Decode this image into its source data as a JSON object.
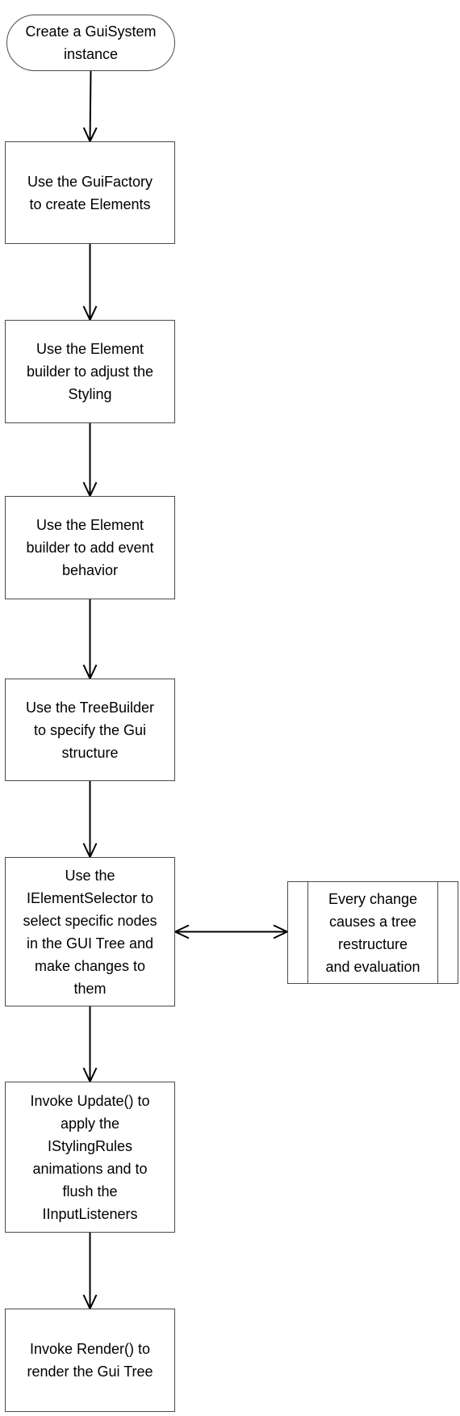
{
  "flowchart": {
    "nodes": [
      {
        "id": "create-instance",
        "shape": "terminator",
        "label": "Create a GuiSystem\ninstance"
      },
      {
        "id": "gui-factory",
        "shape": "process",
        "label": "Use the GuiFactory\nto create Elements"
      },
      {
        "id": "adjust-styling",
        "shape": "process",
        "label": "Use the Element\nbuilder to adjust the\nStyling"
      },
      {
        "id": "add-event-behavior",
        "shape": "process",
        "label": "Use the Element\nbuilder to add event\nbehavior"
      },
      {
        "id": "tree-builder",
        "shape": "process",
        "label": "Use the TreeBuilder\nto specify the Gui\nstructure"
      },
      {
        "id": "element-selector",
        "shape": "process",
        "label": "Use the\nIElementSelector to\nselect specific nodes\nin the GUI Tree and\nmake changes to\nthem"
      },
      {
        "id": "tree-restructure",
        "shape": "subprocess",
        "label": "Every change\ncauses a tree\nrestructure\nand evaluation"
      },
      {
        "id": "invoke-update",
        "shape": "process",
        "label": "Invoke Update() to\napply the\nIStylingRules\nanimations and to\nflush the\nIInputListeners"
      },
      {
        "id": "invoke-render",
        "shape": "process",
        "label": "Invoke Render() to\nrender the Gui Tree"
      }
    ],
    "edges": [
      {
        "from": "create-instance",
        "to": "gui-factory",
        "bidirectional": false
      },
      {
        "from": "gui-factory",
        "to": "adjust-styling",
        "bidirectional": false
      },
      {
        "from": "adjust-styling",
        "to": "add-event-behavior",
        "bidirectional": false
      },
      {
        "from": "add-event-behavior",
        "to": "tree-builder",
        "bidirectional": false
      },
      {
        "from": "tree-builder",
        "to": "element-selector",
        "bidirectional": false
      },
      {
        "from": "element-selector",
        "to": "tree-restructure",
        "bidirectional": true
      },
      {
        "from": "element-selector",
        "to": "invoke-update",
        "bidirectional": false
      },
      {
        "from": "invoke-update",
        "to": "invoke-render",
        "bidirectional": false
      }
    ],
    "colors": {
      "stroke": "#4a4a4a",
      "arrow": "#000000",
      "text": "#000000",
      "fill": "#ffffff"
    }
  }
}
